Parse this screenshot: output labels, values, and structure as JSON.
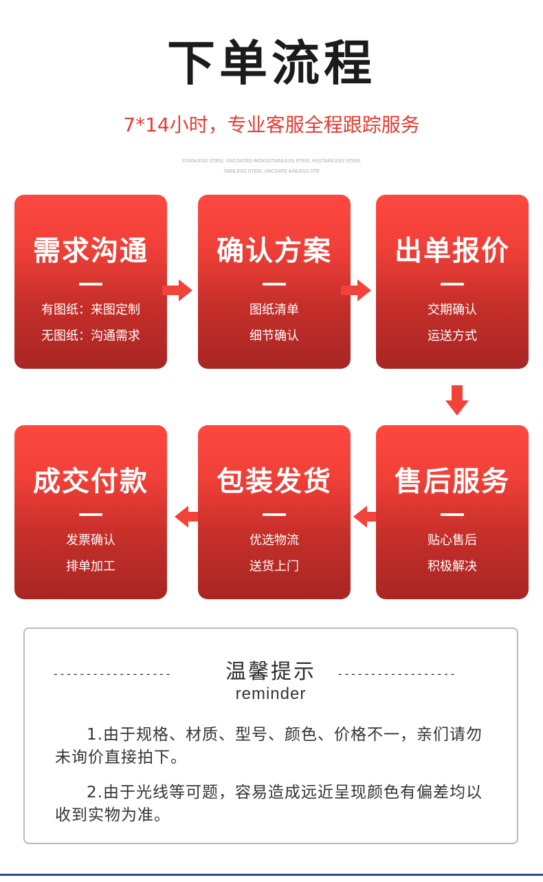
{
  "header": {
    "title": "下单流程",
    "subtitle": "7*14小时，专业客服全程跟踪服务",
    "tiny_line_1": "STAINLESS STEEL UNCOATED WOKSSTAINLESS STEEL KSSTAINLESS STEEL",
    "tiny_line_2": "TAINLESS STEEL UNCOATE AINLESS STE"
  },
  "steps": [
    {
      "title": "需求沟通",
      "line1": "有图纸：来图定制",
      "line2": "无图纸：沟通需求"
    },
    {
      "title": "确认方案",
      "line1": "图纸清单",
      "line2": "细节确认"
    },
    {
      "title": "出单报价",
      "line1": "交期确认",
      "line2": "运送方式"
    },
    {
      "title": "售后服务",
      "line1": "贴心售后",
      "line2": "积极解决"
    },
    {
      "title": "包装发货",
      "line1": "优选物流",
      "line2": "送货上门"
    },
    {
      "title": "成交付款",
      "line1": "发票确认",
      "line2": "排单加工"
    }
  ],
  "reminder": {
    "dashes": "------------------",
    "title": "温馨提示",
    "subtitle": "reminder",
    "items": [
      "1.由于规格、材质、型号、颜色、价格不一，亲们请勿未询价直接拍下。",
      "2.由于光线等可题，容易造成远近呈现颜色有偏差均以收到实物为准。"
    ]
  },
  "colors": {
    "accent": "#e53b32",
    "card_top": "#fd4840",
    "card_bottom": "#a82624",
    "arrow": "#f2433a"
  }
}
